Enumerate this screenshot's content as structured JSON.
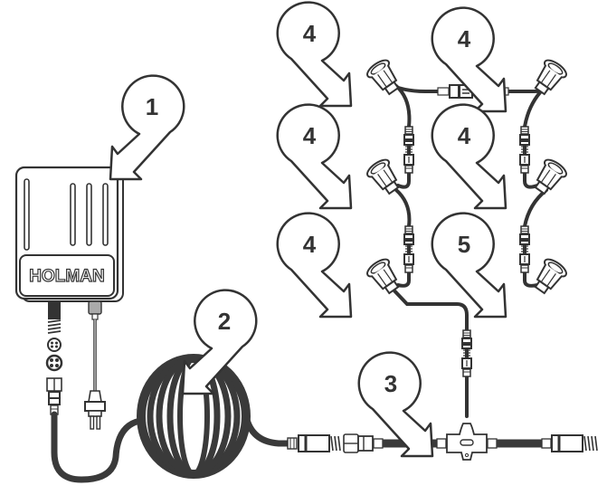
{
  "diagram": {
    "title": "Holman garden light kit connection diagram",
    "brand_label": "HOLMAN",
    "colors": {
      "line": "#333333",
      "cable": "#3a3a3a",
      "background": "#ffffff"
    },
    "callouts": [
      {
        "id": "transformer",
        "number": "1"
      },
      {
        "id": "extension-cable",
        "number": "2"
      },
      {
        "id": "t-connector",
        "number": "3"
      },
      {
        "id": "light-a",
        "number": "4"
      },
      {
        "id": "light-b",
        "number": "4"
      },
      {
        "id": "light-c",
        "number": "4"
      },
      {
        "id": "light-d",
        "number": "4"
      },
      {
        "id": "light-e",
        "number": "4"
      },
      {
        "id": "end-light",
        "number": "5"
      }
    ]
  }
}
